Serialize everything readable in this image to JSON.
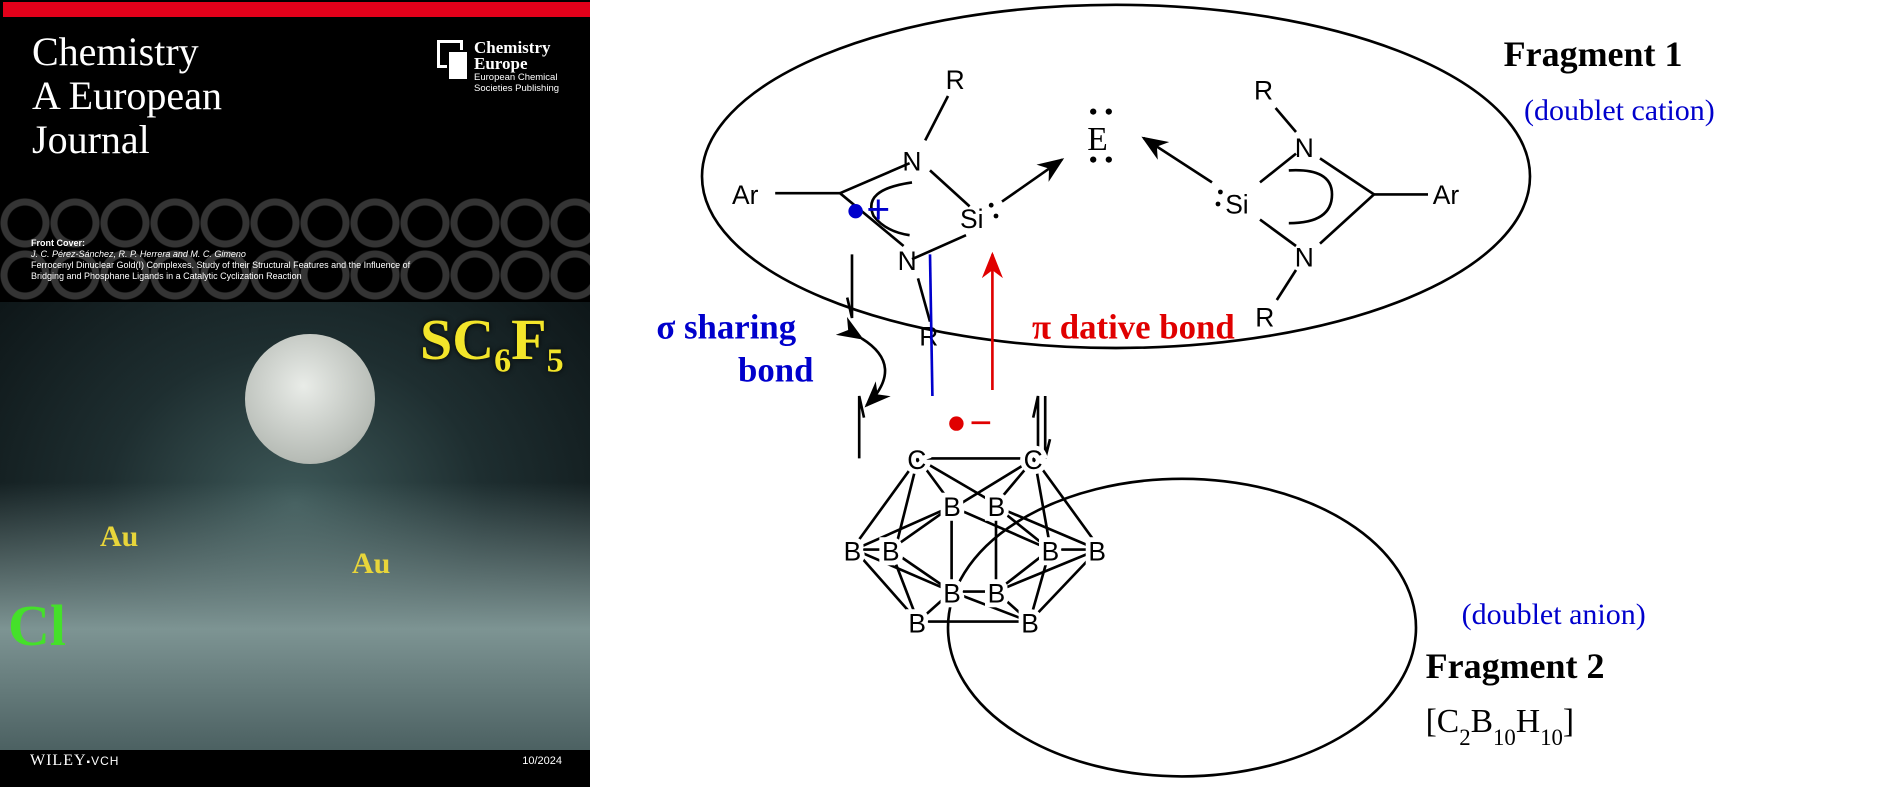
{
  "cover": {
    "journal_title": [
      "Chemistry",
      "A European",
      "Journal"
    ],
    "publisher_logo": {
      "name": "Chemistry Europe",
      "subtitle": "European Chemical Societies Publishing"
    },
    "front_cover_label": "Front Cover:",
    "authors": "J. C. Pérez-Sánchez, R. P. Herrera and M. C. Gimeno",
    "article_title": "Ferrocenyl Dinuclear Gold(I) Complexes. Study of their Structural Features and the Influence of Bridging and Phosphane Ligands in a Catalytic Cyclization Reaction",
    "artwork_labels": {
      "sc6f5": "SC6F5",
      "au1": "Au",
      "au2": "Au",
      "cl": "Cl"
    },
    "publisher": "WILEY",
    "publisher_suffix": "VCH",
    "issue": "10/2024",
    "colors": {
      "red_bar": "#e2001a"
    }
  },
  "diagram": {
    "fragment1": {
      "title": "Fragment 1",
      "subtitle": "(doublet cation)"
    },
    "fragment2": {
      "title": "Fragment 2",
      "subtitle": "(doublet anion)",
      "formula": "[C2B10H10]"
    },
    "sigma_label": [
      "σ sharing",
      "bond"
    ],
    "pi_label": "π dative bond",
    "atoms": {
      "ar": "Ar",
      "n": "N",
      "r": "R",
      "si": "Si",
      "e": "E",
      "c": "C",
      "b": "B"
    },
    "charges": {
      "plus": "+",
      "minus": "−"
    },
    "colors": {
      "sigma": "#0000cc",
      "pi": "#e00000"
    }
  }
}
